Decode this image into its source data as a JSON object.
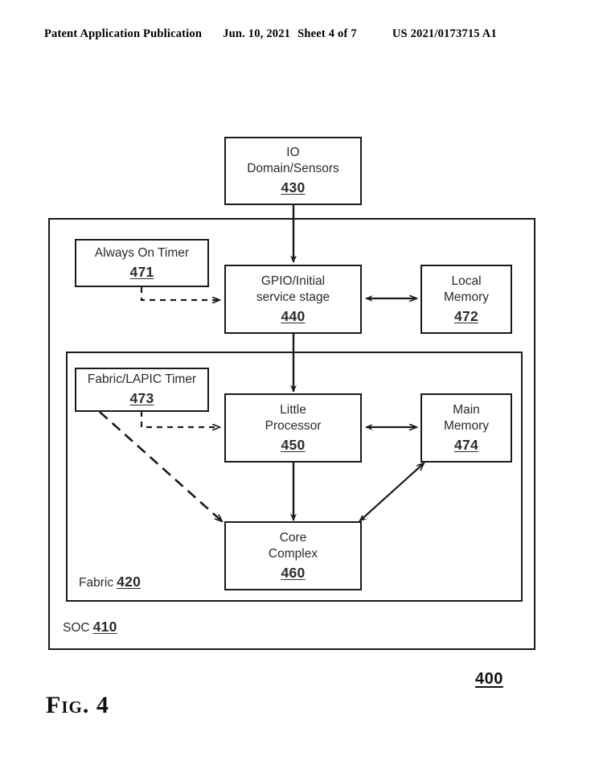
{
  "header": {
    "publication": "Patent Application Publication",
    "date": "Jun. 10, 2021",
    "sheet": "Sheet 4 of 7",
    "patent_number": "US 2021/0173715 A1"
  },
  "figure": {
    "caption": "Fig. 4",
    "reference": "400",
    "containers": [
      {
        "id": "soc",
        "label": "SOC",
        "ref": "410"
      },
      {
        "id": "fabric",
        "label": "Fabric",
        "ref": "420"
      }
    ],
    "nodes": [
      {
        "id": "io-domain-sensors",
        "label": "IO\nDomain/Sensors",
        "ref": "430"
      },
      {
        "id": "always-on-timer",
        "label": "Always On Timer",
        "ref": "471"
      },
      {
        "id": "gpio-initial-service-stage",
        "label": "GPIO/Initial\nservice stage",
        "ref": "440"
      },
      {
        "id": "local-memory",
        "label": "Local\nMemory",
        "ref": "472"
      },
      {
        "id": "fabric-lapic-timer",
        "label": "Fabric/LAPIC Timer",
        "ref": "473"
      },
      {
        "id": "little-processor",
        "label": "Little\nProcessor",
        "ref": "450"
      },
      {
        "id": "main-memory",
        "label": "Main\nMemory",
        "ref": "474"
      },
      {
        "id": "core-complex",
        "label": "Core\nComplex",
        "ref": "460"
      }
    ],
    "connectors": [
      {
        "id": "io-to-gpio",
        "from": "io-domain-sensors",
        "to": "gpio-initial-service-stage",
        "style": "solid",
        "arrows": "single"
      },
      {
        "id": "aot-to-gpio",
        "from": "always-on-timer",
        "to": "gpio-initial-service-stage",
        "style": "dashed",
        "arrows": "single"
      },
      {
        "id": "gpio-to-local-memory",
        "from": "gpio-initial-service-stage",
        "to": "local-memory",
        "style": "solid",
        "arrows": "double"
      },
      {
        "id": "gpio-to-little",
        "from": "gpio-initial-service-stage",
        "to": "little-processor",
        "style": "solid",
        "arrows": "single"
      },
      {
        "id": "lapic-to-little",
        "from": "fabric-lapic-timer",
        "to": "little-processor",
        "style": "dashed",
        "arrows": "single"
      },
      {
        "id": "lapic-to-core-complex",
        "from": "fabric-lapic-timer",
        "to": "core-complex",
        "style": "dashed",
        "arrows": "single"
      },
      {
        "id": "little-to-main-memory",
        "from": "little-processor",
        "to": "main-memory",
        "style": "solid",
        "arrows": "double"
      },
      {
        "id": "little-to-core-complex",
        "from": "little-processor",
        "to": "core-complex",
        "style": "solid",
        "arrows": "single"
      },
      {
        "id": "core-complex-to-main-memory",
        "from": "core-complex",
        "to": "main-memory",
        "style": "solid",
        "arrows": "double"
      }
    ]
  },
  "colors": {
    "ink": "#1a1a1a",
    "text": "#2b2b2b",
    "background": "#ffffff"
  }
}
